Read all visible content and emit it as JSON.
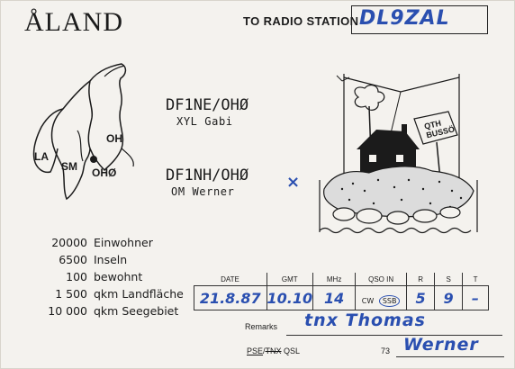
{
  "card": {
    "title": "ÅLAND",
    "to_label": "TO RADIO STATION",
    "to_call": "DL9ZAL"
  },
  "map": {
    "labels": [
      "LA",
      "SM",
      "OH",
      "OHØ"
    ]
  },
  "operators": [
    {
      "call": "DF1NE/OHØ",
      "name": "XYL Gabi"
    },
    {
      "call": "DF1NH/OHØ",
      "name": "OM Werner"
    }
  ],
  "mark": "×",
  "scene": {
    "sign_line1": "QTH",
    "sign_line2": "BUSSÖ"
  },
  "stats": [
    {
      "num": "20000",
      "label": "Einwohner"
    },
    {
      "num": "6500",
      "label": "Inseln"
    },
    {
      "num": "100",
      "label": "bewohnt"
    },
    {
      "num": "1 500",
      "label": "qkm Landfläche"
    },
    {
      "num": "10 000",
      "label": "qkm Seegebiet"
    }
  ],
  "qso": {
    "headers": [
      "DATE",
      "GMT",
      "MHz",
      "QSO IN",
      "R",
      "S",
      "T"
    ],
    "row": {
      "date": "21.8.87",
      "gmt": "10.10",
      "mhz": "14",
      "mode_prefix": "CW",
      "mode_circled": "SSB",
      "r": "5",
      "s": "9",
      "t": "–"
    }
  },
  "remarks": {
    "label": "Remarks",
    "text": "tnx Thomas"
  },
  "qsl": {
    "pse": "PSE",
    "sep": "/",
    "tnx": "TNX",
    "qsl": "QSL",
    "seventy_three": "73",
    "signature": "Werner"
  }
}
